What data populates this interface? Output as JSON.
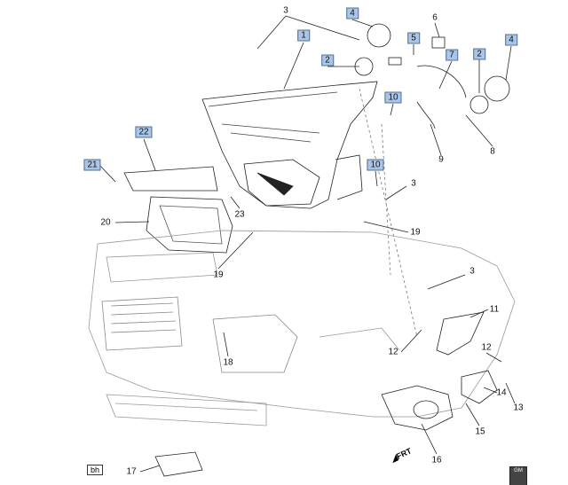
{
  "callouts": {
    "c1": "1",
    "c2a": "2",
    "c2b": "2",
    "c3a": "3",
    "c3b": "3",
    "c3c": "3",
    "c4a": "4",
    "c4b": "4",
    "c5": "5",
    "c6": "6",
    "c7": "7",
    "c8": "8",
    "c9": "9",
    "c10a": "10",
    "c10b": "10",
    "c11": "11",
    "c12a": "12",
    "c12b": "12",
    "c13": "13",
    "c14": "14",
    "c15": "15",
    "c16": "16",
    "c17": "17",
    "c18": "18",
    "c19a": "19",
    "c19b": "19",
    "c20": "20",
    "c21": "21",
    "c22": "22",
    "c23": "23"
  },
  "view_tag": "bh",
  "direction_label": "FRT",
  "logo_text": "GM",
  "highlight_color": "#a9c6e8"
}
